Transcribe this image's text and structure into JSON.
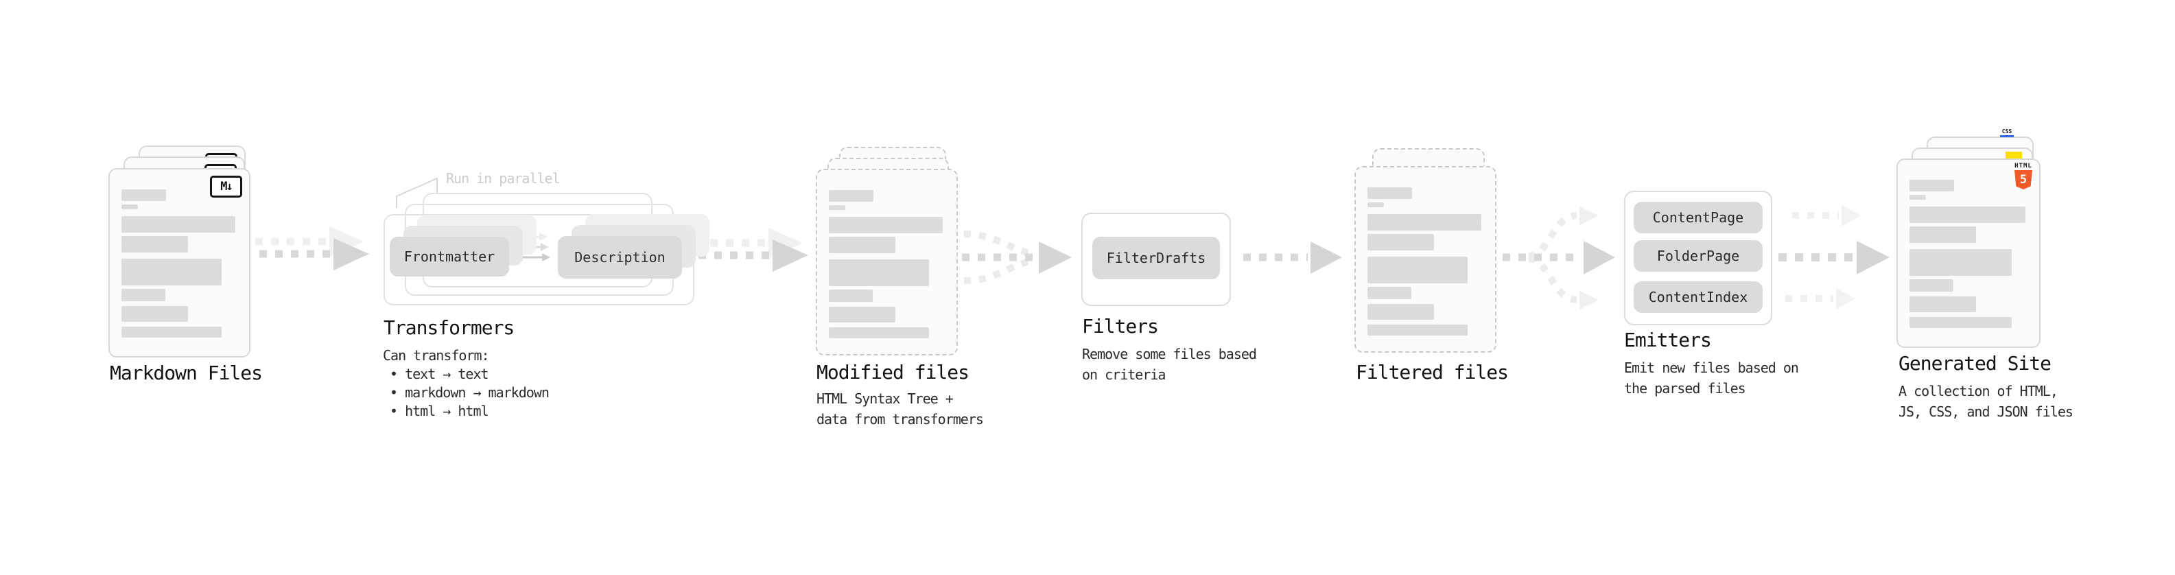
{
  "stages": {
    "markdown": {
      "label": "Markdown Files"
    },
    "transformers": {
      "label": "Transformers",
      "note": "Run in parallel",
      "chip_frontmatter": "Frontmatter",
      "chip_description": "Description",
      "desc_title": "Can transform:",
      "bullet_1": "• text → text",
      "bullet_2": "• markdown → markdown",
      "bullet_3": "• html → html"
    },
    "modified": {
      "label": "Modified files",
      "description": "HTML Syntax Tree +\ndata from transformers"
    },
    "filters": {
      "label": "Filters",
      "chip_filterdrafts": "FilterDrafts",
      "description": "Remove some files based\non criteria"
    },
    "filtered": {
      "label": "Filtered files"
    },
    "emitters": {
      "label": "Emitters",
      "chip_contentpage": "ContentPage",
      "chip_folderpage": "FolderPage",
      "chip_contentindex": "ContentIndex",
      "description": "Emit new files based on\nthe parsed files"
    },
    "generated": {
      "label": "Generated Site",
      "description": "A collection of HTML,\nJS, CSS, and JSON files"
    }
  },
  "icons": {
    "markdown_badge": "M↓",
    "html5_badge_title": "HTML",
    "html5_badge_number": "5",
    "css_badge_label": "CSS"
  },
  "colors": {
    "html5_orange": "#ef5a28",
    "js_yellow": "#ffdf00",
    "css_blue": "#2e6bf0",
    "arrow_gray": "#d7d7d7",
    "ghost_gray": "#efefef"
  }
}
